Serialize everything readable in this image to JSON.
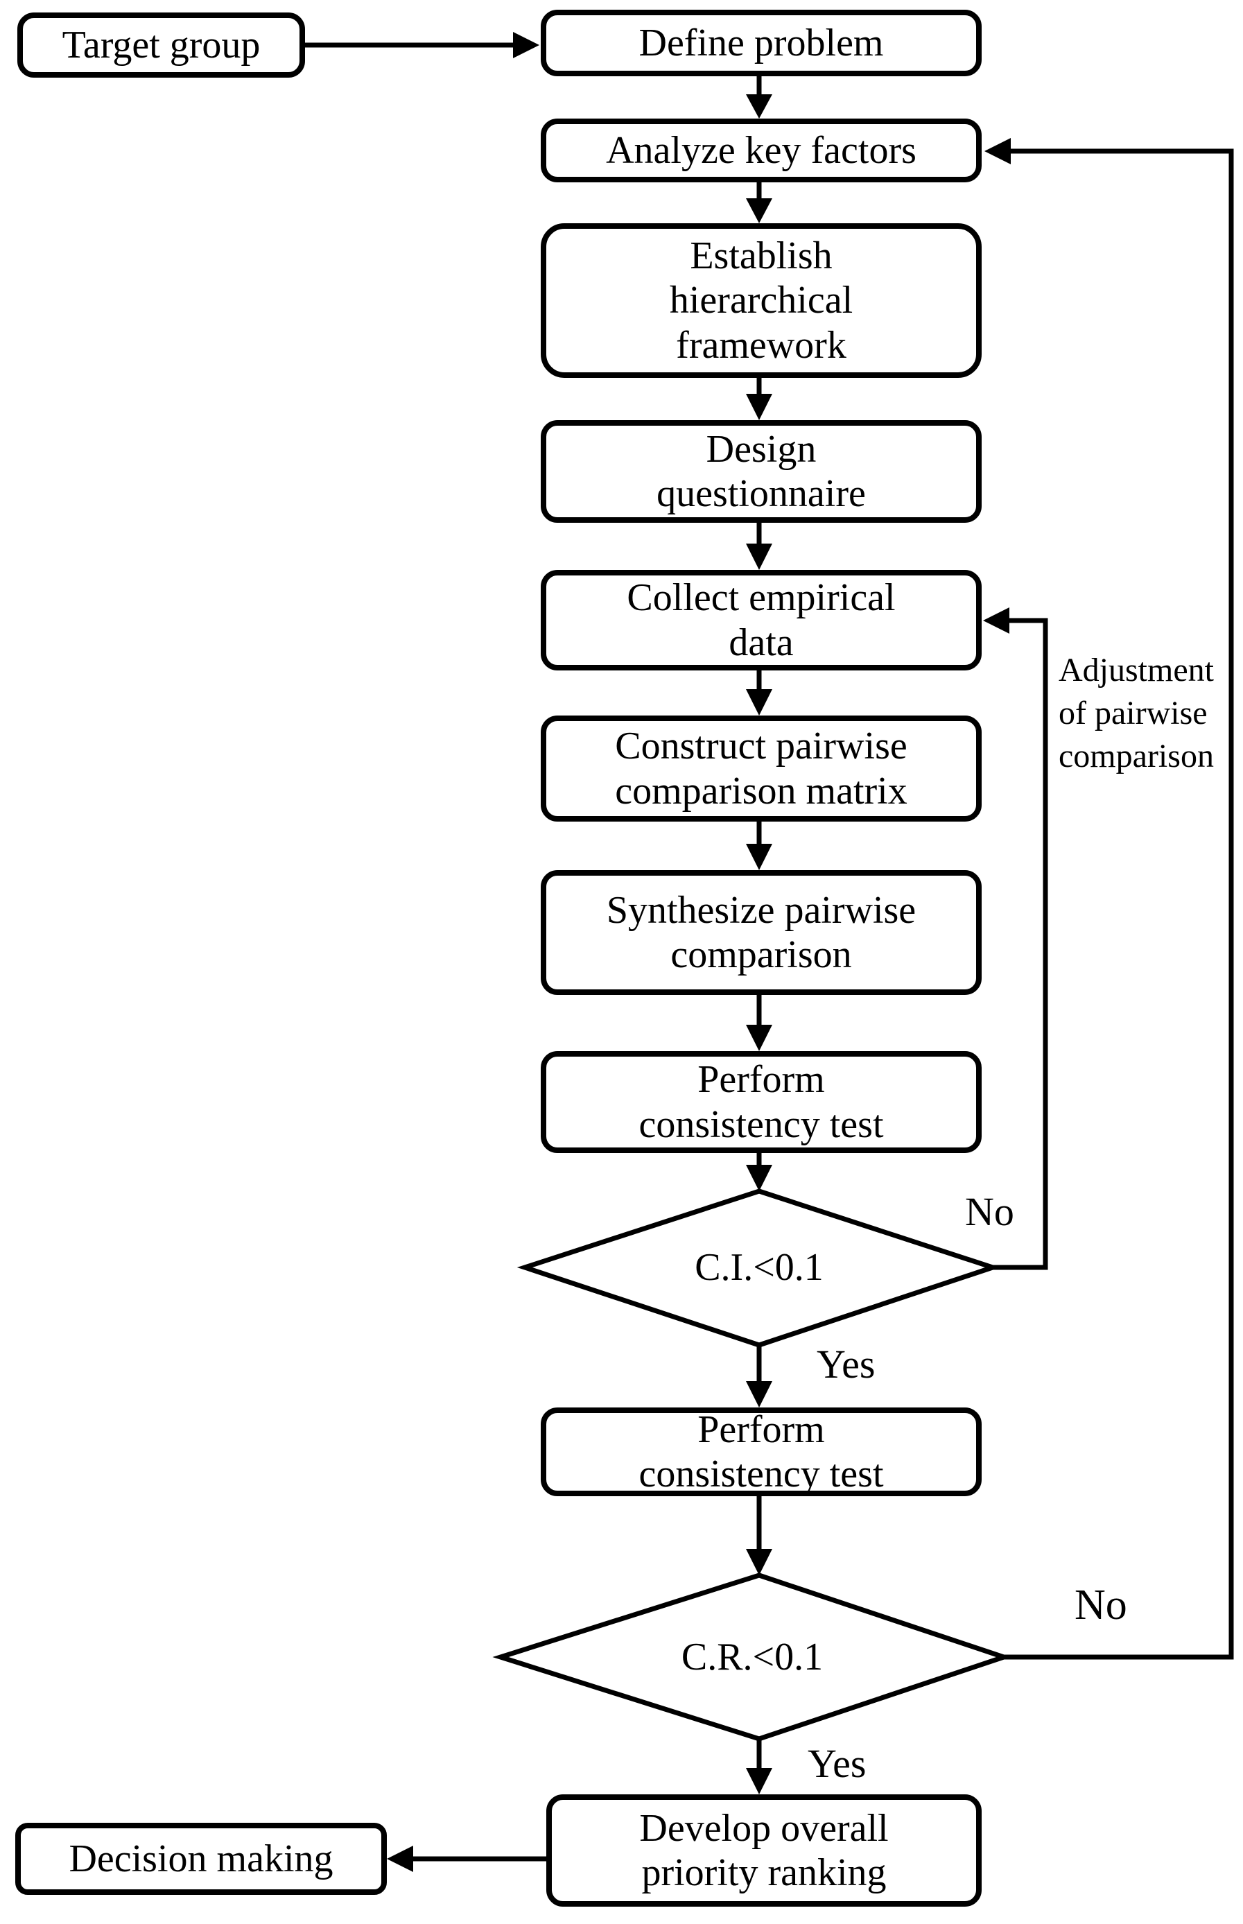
{
  "flowchart": {
    "nodes": {
      "target_group": {
        "label": "Target group"
      },
      "define_problem": {
        "label": "Define problem"
      },
      "analyze_key_factors": {
        "label": "Analyze key factors"
      },
      "establish_hierarchical_framework": {
        "lines": [
          "Establish",
          "hierarchical",
          "framework"
        ]
      },
      "design_questionnaire": {
        "lines": [
          "Design",
          "questionnaire"
        ]
      },
      "collect_empirical_data": {
        "lines": [
          "Collect empirical",
          "data"
        ]
      },
      "construct_pairwise_comparison_matrix": {
        "lines": [
          "Construct pairwise",
          "comparison matrix"
        ]
      },
      "synthesize_pairwise_comparison": {
        "lines": [
          "Synthesize pairwise",
          "comparison"
        ]
      },
      "perform_consistency_test_1": {
        "lines": [
          "Perform",
          "consistency test"
        ]
      },
      "decision_ci": {
        "label": "C.I.<0.1"
      },
      "perform_consistency_test_2": {
        "lines": [
          "Perform",
          "consistency test"
        ]
      },
      "decision_cr": {
        "label": "C.R.<0.1"
      },
      "develop_overall_priority_ranking": {
        "lines": [
          "Develop overall",
          "priority ranking"
        ]
      },
      "decision_making": {
        "label": "Decision making"
      }
    },
    "edge_labels": {
      "ci_no": "No",
      "ci_yes": "Yes",
      "cr_no": "No",
      "cr_yes": "Yes",
      "adjustment_note": {
        "lines": [
          "Adjustment",
          "of pairwise",
          "comparison"
        ]
      }
    },
    "colors": {
      "stroke": "#000000",
      "node_fill": "#ffffff",
      "background": "#ffffff",
      "text": "#000000"
    }
  }
}
